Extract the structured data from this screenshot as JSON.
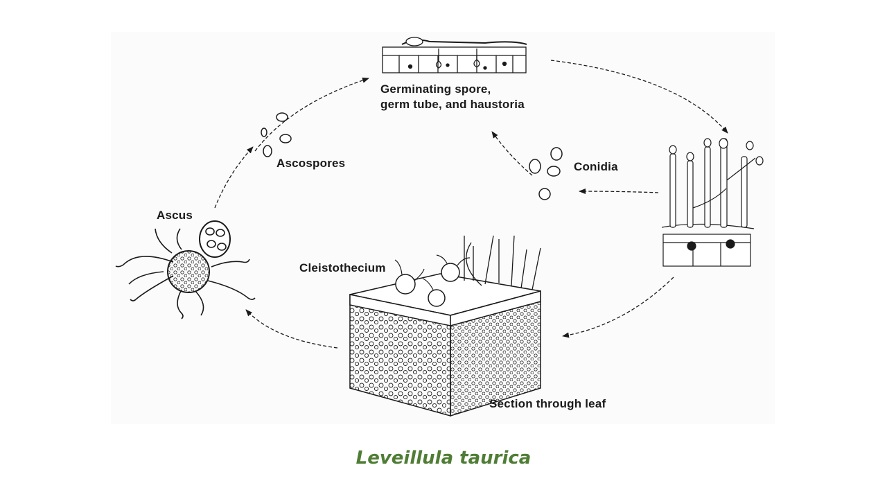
{
  "labels": {
    "germinating": [
      "Germinating spore,",
      "germ tube, and haustoria"
    ],
    "conidia": "Conidia",
    "ascospores": "Ascospores",
    "ascus": "Ascus",
    "cleistothecium": "Cleistothecium",
    "section": "Section through leaf"
  },
  "caption": "Leveillula taurica",
  "colors": {
    "caption": "#4f7d35",
    "ink": "#1a1a1a",
    "panel": "#fbfbfb"
  }
}
